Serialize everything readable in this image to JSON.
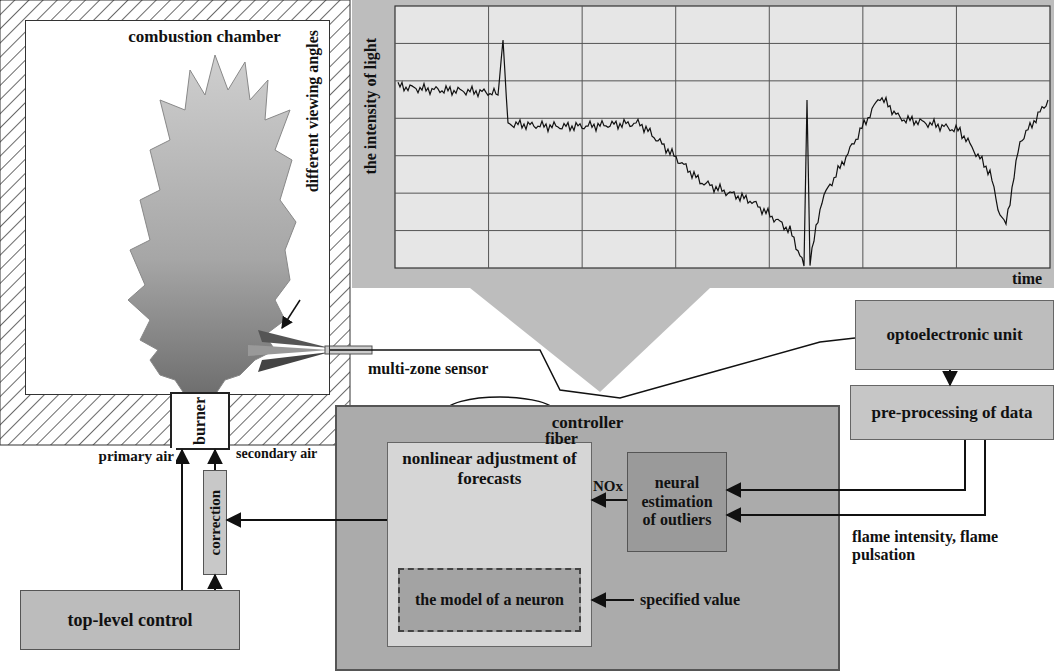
{
  "diagram": {
    "nodes": [
      {
        "text": [
          "combustion chamber"
        ]
      },
      {
        "text": [
          "burner"
        ]
      },
      {
        "text": [
          "optoelectronic unit"
        ]
      },
      {
        "text": [
          "pre-processing of data"
        ]
      },
      {
        "text": [
          "controller"
        ]
      },
      {
        "text": [
          "nonlinear adjustment of forecasts"
        ],
        "in": 4
      },
      {
        "text": [
          "the model of a neuron"
        ],
        "in": 5
      },
      {
        "text": [
          "neural estimation of outliers"
        ],
        "in": 4
      },
      {
        "text": [
          "correction"
        ]
      },
      {
        "text": [
          "top-level control"
        ]
      }
    ],
    "edges": [
      {
        "from": 0,
        "to": 2,
        "arrow": "none"
      },
      {
        "from": 2,
        "to": 3,
        "arrow": "to"
      },
      {
        "from": 3,
        "to": 7,
        "arrow": "to"
      },
      {
        "from": 3,
        "to": 7,
        "arrow": "to"
      },
      {
        "from": 7,
        "to": 5,
        "label": "NOx",
        "arrow": "to"
      },
      {
        "from": 5,
        "to": 8,
        "arrow": "to"
      },
      {
        "from": 8,
        "to": 1,
        "label": "secondary air",
        "arrow": "to"
      },
      {
        "from": 9,
        "to": 8,
        "arrow": "to"
      },
      {
        "from": 9,
        "to": 1,
        "label": "primary air",
        "arrow": "to"
      }
    ],
    "labels": [
      "different viewing angles",
      "the intensity of light",
      "time",
      "multi-zone sensor",
      "fiber",
      "specified value",
      "flame intensity, flame pulsation"
    ]
  }
}
